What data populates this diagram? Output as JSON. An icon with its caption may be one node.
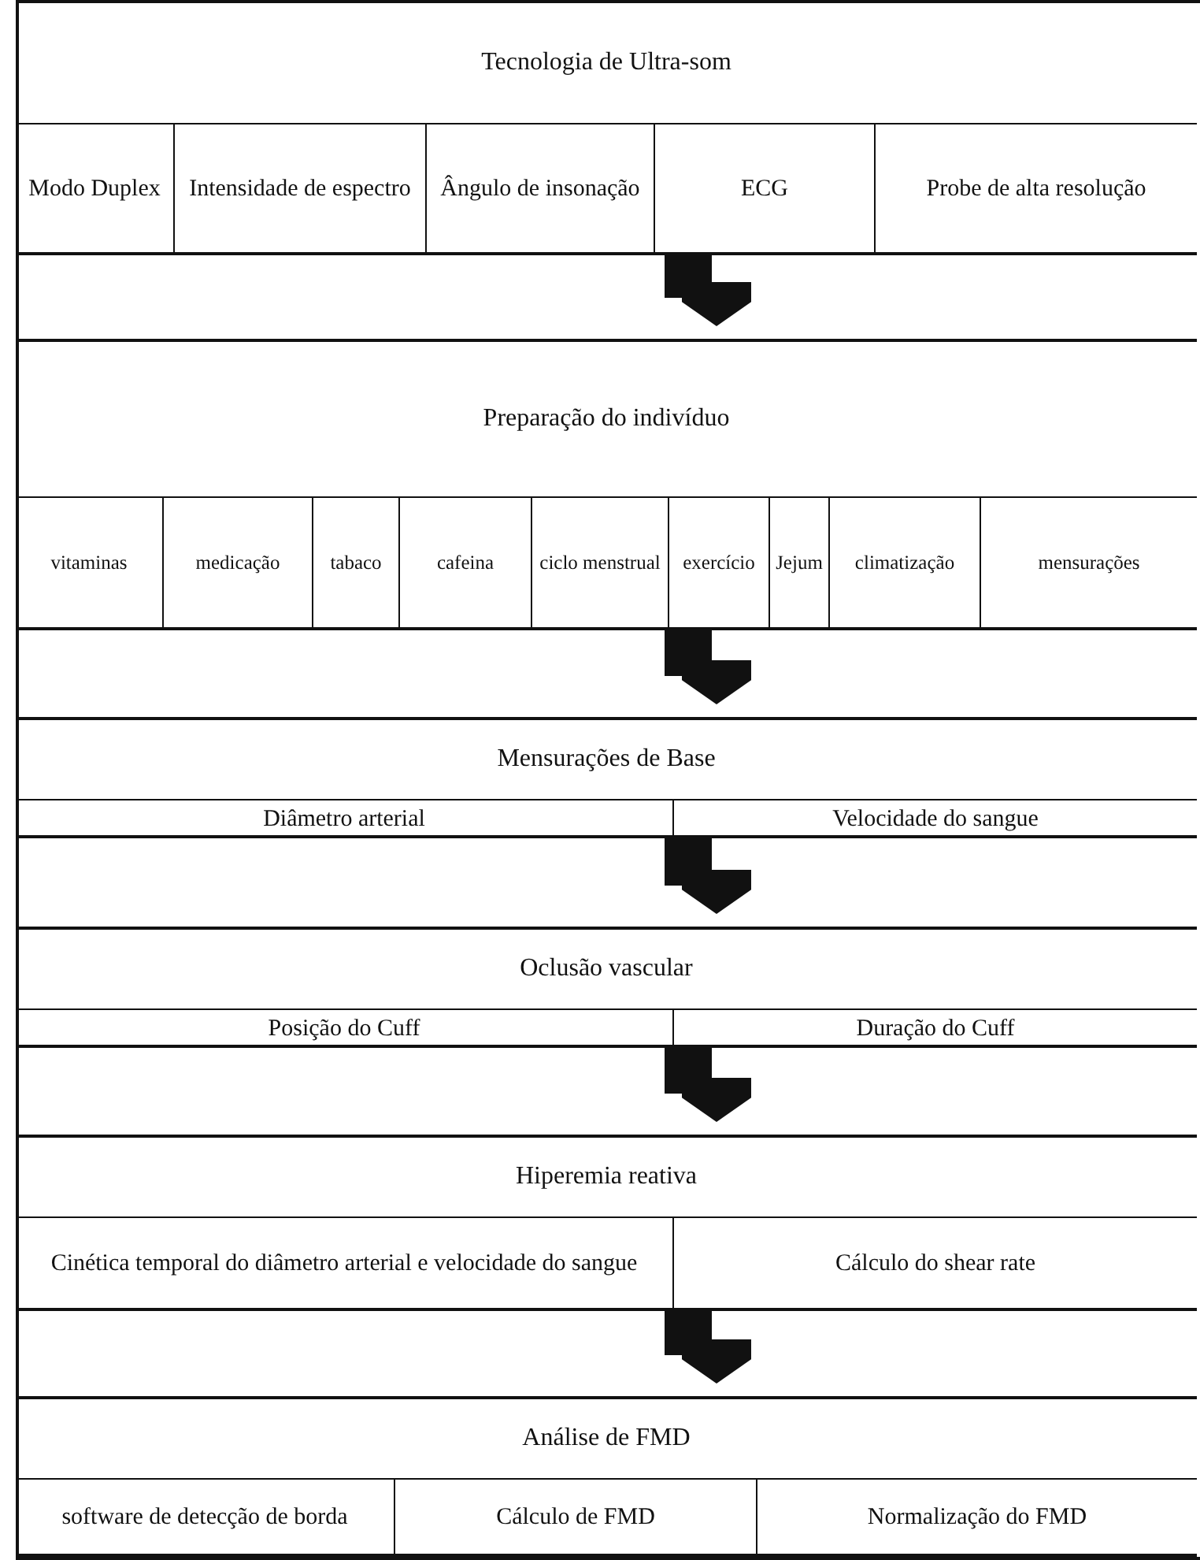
{
  "diagram": {
    "nodes": [
      {
        "text": [
          "Tecnologia de Ultra-som"
        ]
      },
      {
        "text": [
          "Modo Duplex"
        ],
        "in": 0
      },
      {
        "text": [
          "Intensidade de espectro"
        ],
        "in": 0
      },
      {
        "text": [
          "Ângulo de insonação"
        ],
        "in": 0
      },
      {
        "text": [
          "ECG"
        ],
        "in": 0
      },
      {
        "text": [
          "Probe de alta resolução"
        ],
        "in": 0
      },
      {
        "text": [
          "Preparação do indivíduo"
        ]
      },
      {
        "text": [
          "vitaminas"
        ],
        "in": 6
      },
      {
        "text": [
          "medicação"
        ],
        "in": 6
      },
      {
        "text": [
          "tabaco"
        ],
        "in": 6
      },
      {
        "text": [
          "cafeina"
        ],
        "in": 6
      },
      {
        "text": [
          "ciclo menstrual"
        ],
        "in": 6
      },
      {
        "text": [
          "exercício"
        ],
        "in": 6
      },
      {
        "text": [
          "Jejum"
        ],
        "in": 6
      },
      {
        "text": [
          "climatização"
        ],
        "in": 6
      },
      {
        "text": [
          "mensurações"
        ],
        "in": 6
      },
      {
        "text": [
          "Mensurações de Base"
        ]
      },
      {
        "text": [
          "Diâmetro arterial"
        ],
        "in": 16
      },
      {
        "text": [
          "Velocidade do sangue"
        ],
        "in": 16
      },
      {
        "text": [
          "Oclusão vascular"
        ]
      },
      {
        "text": [
          "Posição do Cuff"
        ],
        "in": 19
      },
      {
        "text": [
          "Duração do Cuff"
        ],
        "in": 19
      },
      {
        "text": [
          "Hiperemia reativa"
        ]
      },
      {
        "text": [
          "Cinética temporal do diâmetro arterial e velocidade do sangue"
        ],
        "in": 22
      },
      {
        "text": [
          "Cálculo do shear rate"
        ],
        "in": 22
      },
      {
        "text": [
          "Análise de FMD"
        ]
      },
      {
        "text": [
          "software de detecção de borda"
        ],
        "in": 25
      },
      {
        "text": [
          "Cálculo de FMD"
        ],
        "in": 25
      },
      {
        "text": [
          "Normalização do FMD"
        ],
        "in": 25
      }
    ],
    "edges": [
      {
        "from": 0,
        "to": 6,
        "arrow": "to"
      },
      {
        "from": 6,
        "to": 16,
        "arrow": "to"
      },
      {
        "from": 16,
        "to": 19,
        "arrow": "to"
      },
      {
        "from": 19,
        "to": 22,
        "arrow": "to"
      },
      {
        "from": 22,
        "to": 25,
        "arrow": "to"
      }
    ]
  }
}
